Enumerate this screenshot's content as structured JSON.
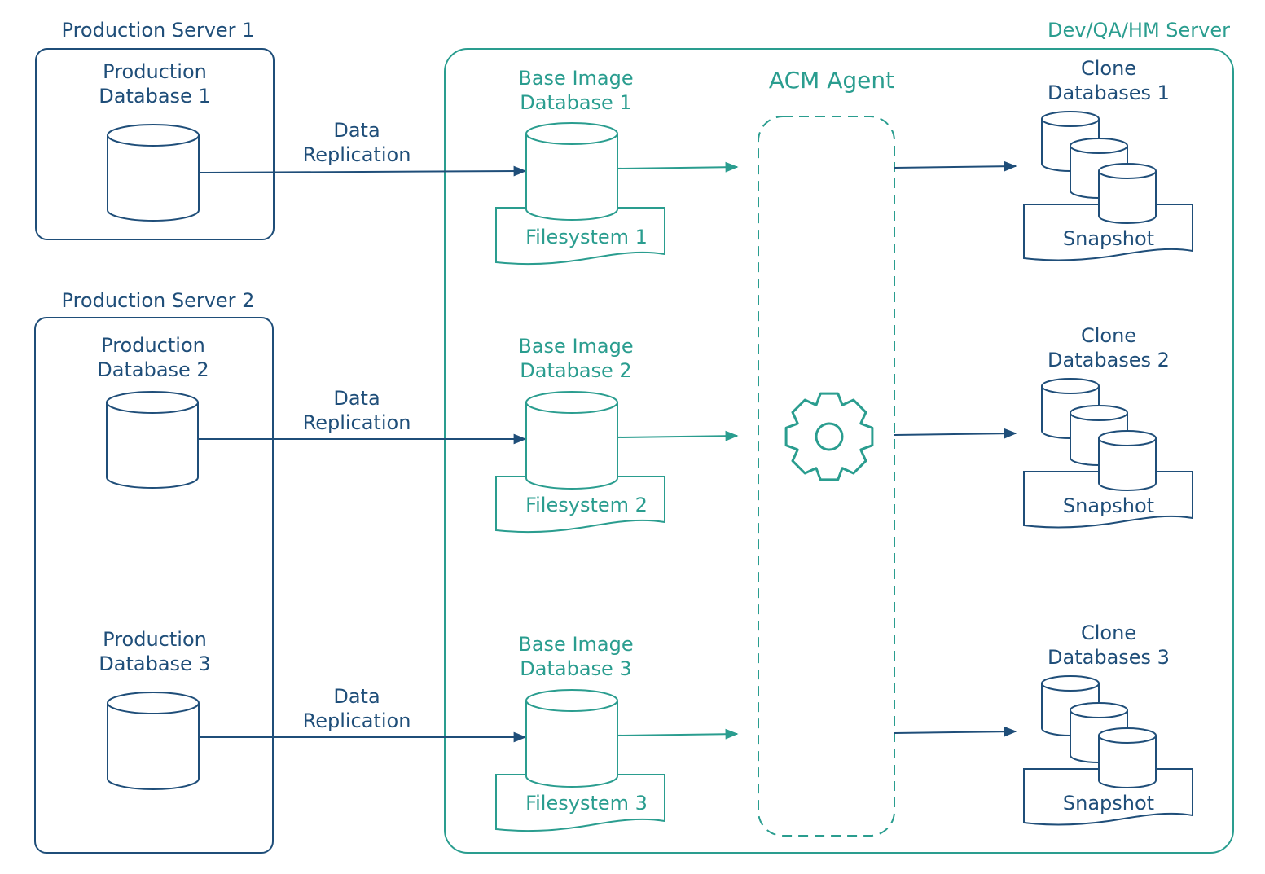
{
  "colors": {
    "navy": "#1f4e79",
    "teal": "#2a9d8f"
  },
  "production_servers": [
    {
      "label": "Production Server 1",
      "databases": [
        {
          "line1": "Production",
          "line2": "Database 1"
        }
      ]
    },
    {
      "label": "Production Server 2",
      "databases": [
        {
          "line1": "Production",
          "line2": "Database 2"
        },
        {
          "line1": "Production",
          "line2": "Database 3"
        }
      ]
    }
  ],
  "replication": [
    {
      "line1": "Data",
      "line2": "Replication"
    },
    {
      "line1": "Data",
      "line2": "Replication"
    },
    {
      "line1": "Data",
      "line2": "Replication"
    }
  ],
  "dev_server": {
    "label": "Dev/QA/HM Server",
    "agent_label": "ACM Agent",
    "agent_icon": "gear-icon",
    "base_images": [
      {
        "line1": "Base Image",
        "line2": "Database 1",
        "filesystem": "Filesystem 1"
      },
      {
        "line1": "Base Image",
        "line2": "Database 2",
        "filesystem": "Filesystem 2"
      },
      {
        "line1": "Base Image",
        "line2": "Database 3",
        "filesystem": "Filesystem 3"
      }
    ],
    "clones": [
      {
        "line1": "Clone",
        "line2": "Databases 1",
        "snapshot": "Snapshot"
      },
      {
        "line1": "Clone",
        "line2": "Databases 2",
        "snapshot": "Snapshot"
      },
      {
        "line1": "Clone",
        "line2": "Databases 3",
        "snapshot": "Snapshot"
      }
    ]
  }
}
